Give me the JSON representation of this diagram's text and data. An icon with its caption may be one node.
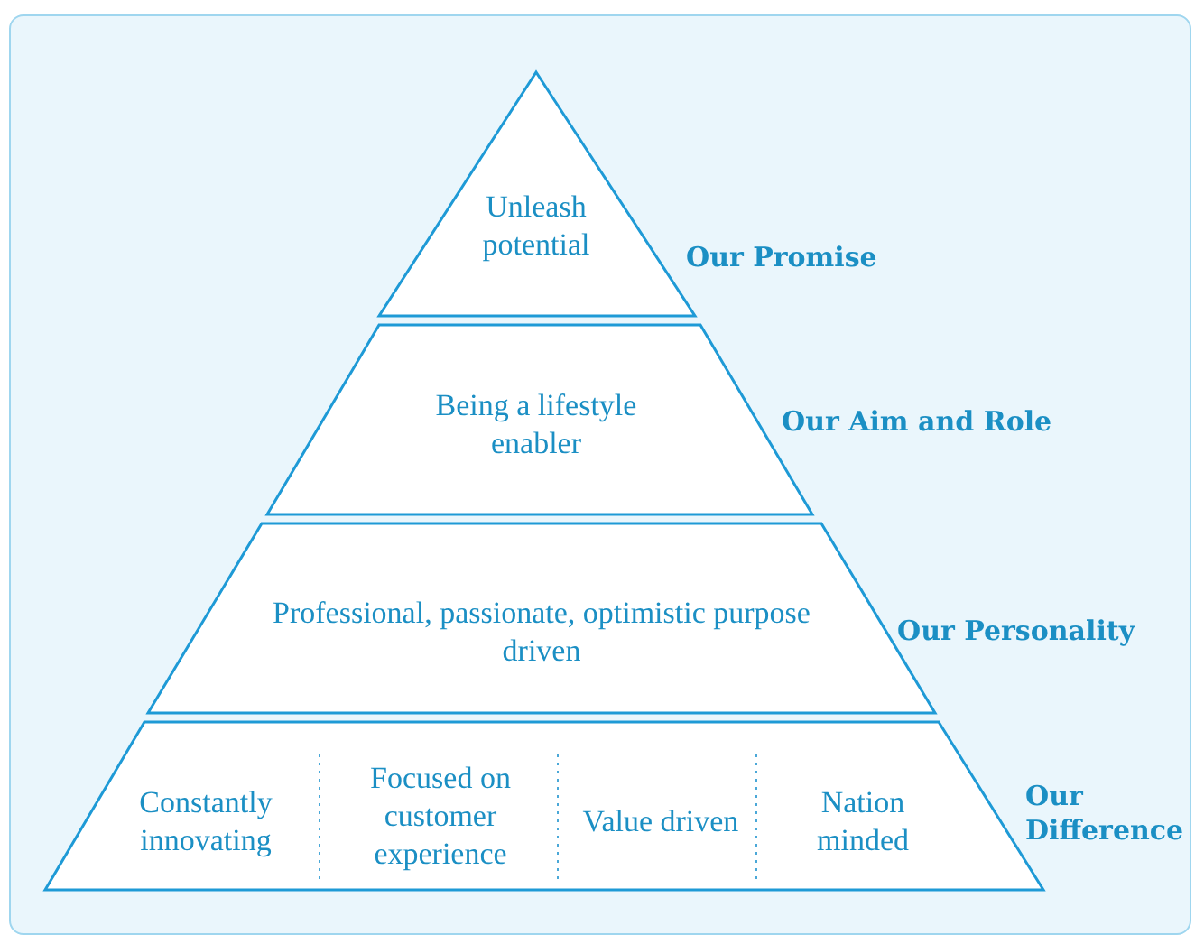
{
  "diagram": {
    "nodes": [
      {
        "text": [
          "Unleash potential"
        ],
        "beside": [
          "Our Promise"
        ]
      },
      {
        "text": [
          "Being a lifestyle enabler"
        ],
        "beside": [
          "Our Aim and Role"
        ]
      },
      {
        "text": [
          "Professional, passionate, optimistic purpose driven"
        ],
        "beside": [
          "Our Personality"
        ]
      },
      {
        "text": [
          "Constantly innovating",
          "Focused on customer experience",
          "Value driven",
          "Nation minded"
        ],
        "beside": [
          "Our Difference"
        ]
      }
    ]
  }
}
